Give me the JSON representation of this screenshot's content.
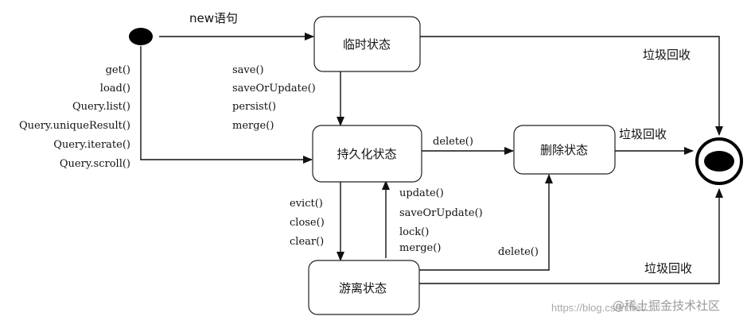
{
  "states": {
    "transient": "临时状态",
    "persistent": "持久化状态",
    "removed": "删除状态",
    "detached": "游离状态"
  },
  "edges": {
    "start_to_transient": "new语句",
    "transient_gc": "垃圾回收",
    "removed_gc": "垃圾回收",
    "detached_gc": "垃圾回收",
    "start_to_persistent": [
      "get()",
      "load()",
      "Query.list()",
      "Query.uniqueResult()",
      "Query.iterate()",
      "Query.scroll()"
    ],
    "transient_to_persistent": [
      "save()",
      "saveOrUpdate()",
      "persist()",
      "merge()"
    ],
    "persistent_to_removed": "delete()",
    "persistent_to_detached": [
      "evict()",
      "close()",
      "clear()"
    ],
    "detached_to_persistent": [
      "update()",
      "saveOrUpdate()",
      "lock()",
      "merge()"
    ],
    "detached_to_removed": "delete()"
  },
  "watermark": {
    "url": "https://blog.csdn.net/...",
    "site": "@稀土掘金技术社区"
  }
}
